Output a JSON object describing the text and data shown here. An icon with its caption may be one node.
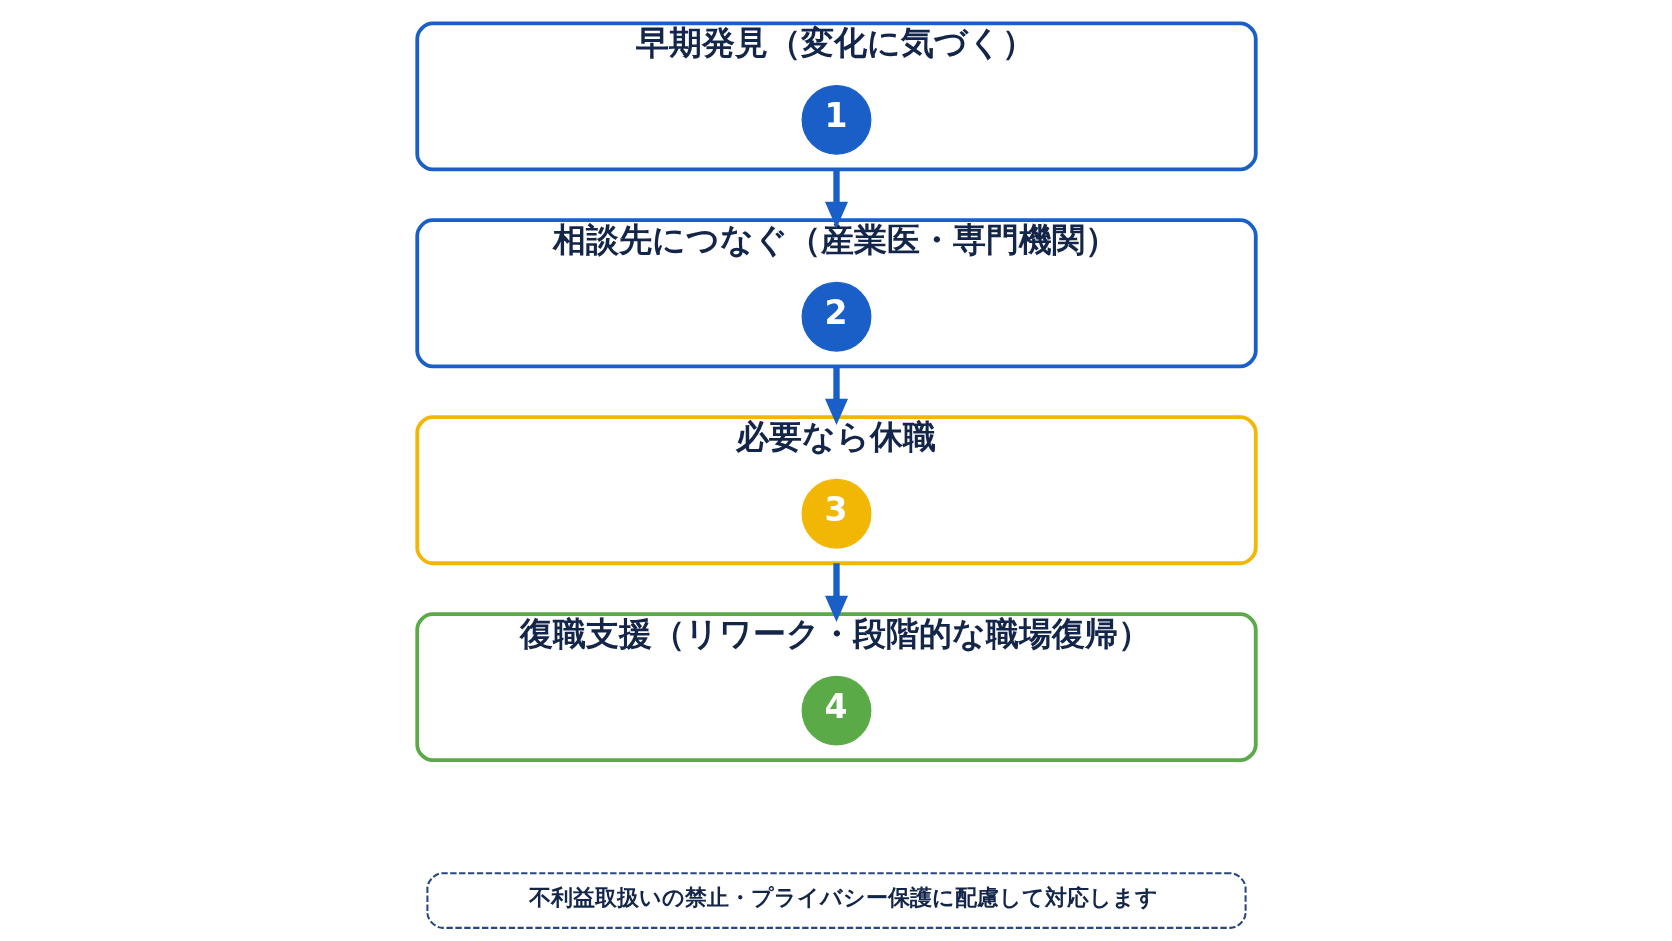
{
  "diagram": {
    "nodes": [
      {
        "text": [
          "早期発見（変化に気づく）"
        ]
      },
      {
        "text": [
          "1"
        ],
        "in": 0
      },
      {
        "text": [
          "相談先につなぐ（産業医・専門機関）"
        ]
      },
      {
        "text": [
          "2"
        ],
        "in": 2
      },
      {
        "text": [
          "必要なら休職"
        ]
      },
      {
        "text": [
          "3"
        ],
        "in": 4
      },
      {
        "text": [
          "復職支援（リワーク・段階的な職場復帰）"
        ]
      },
      {
        "text": [
          "4"
        ],
        "in": 6
      },
      {
        "text": [
          "不利益取扱いの禁止・プライバシー保護に配慮して対応します"
        ]
      }
    ],
    "edges": [
      {
        "from": 0,
        "to": 2,
        "arrow": "to"
      },
      {
        "from": 2,
        "to": 4,
        "arrow": "to"
      },
      {
        "from": 4,
        "to": 6,
        "arrow": "to"
      }
    ]
  }
}
